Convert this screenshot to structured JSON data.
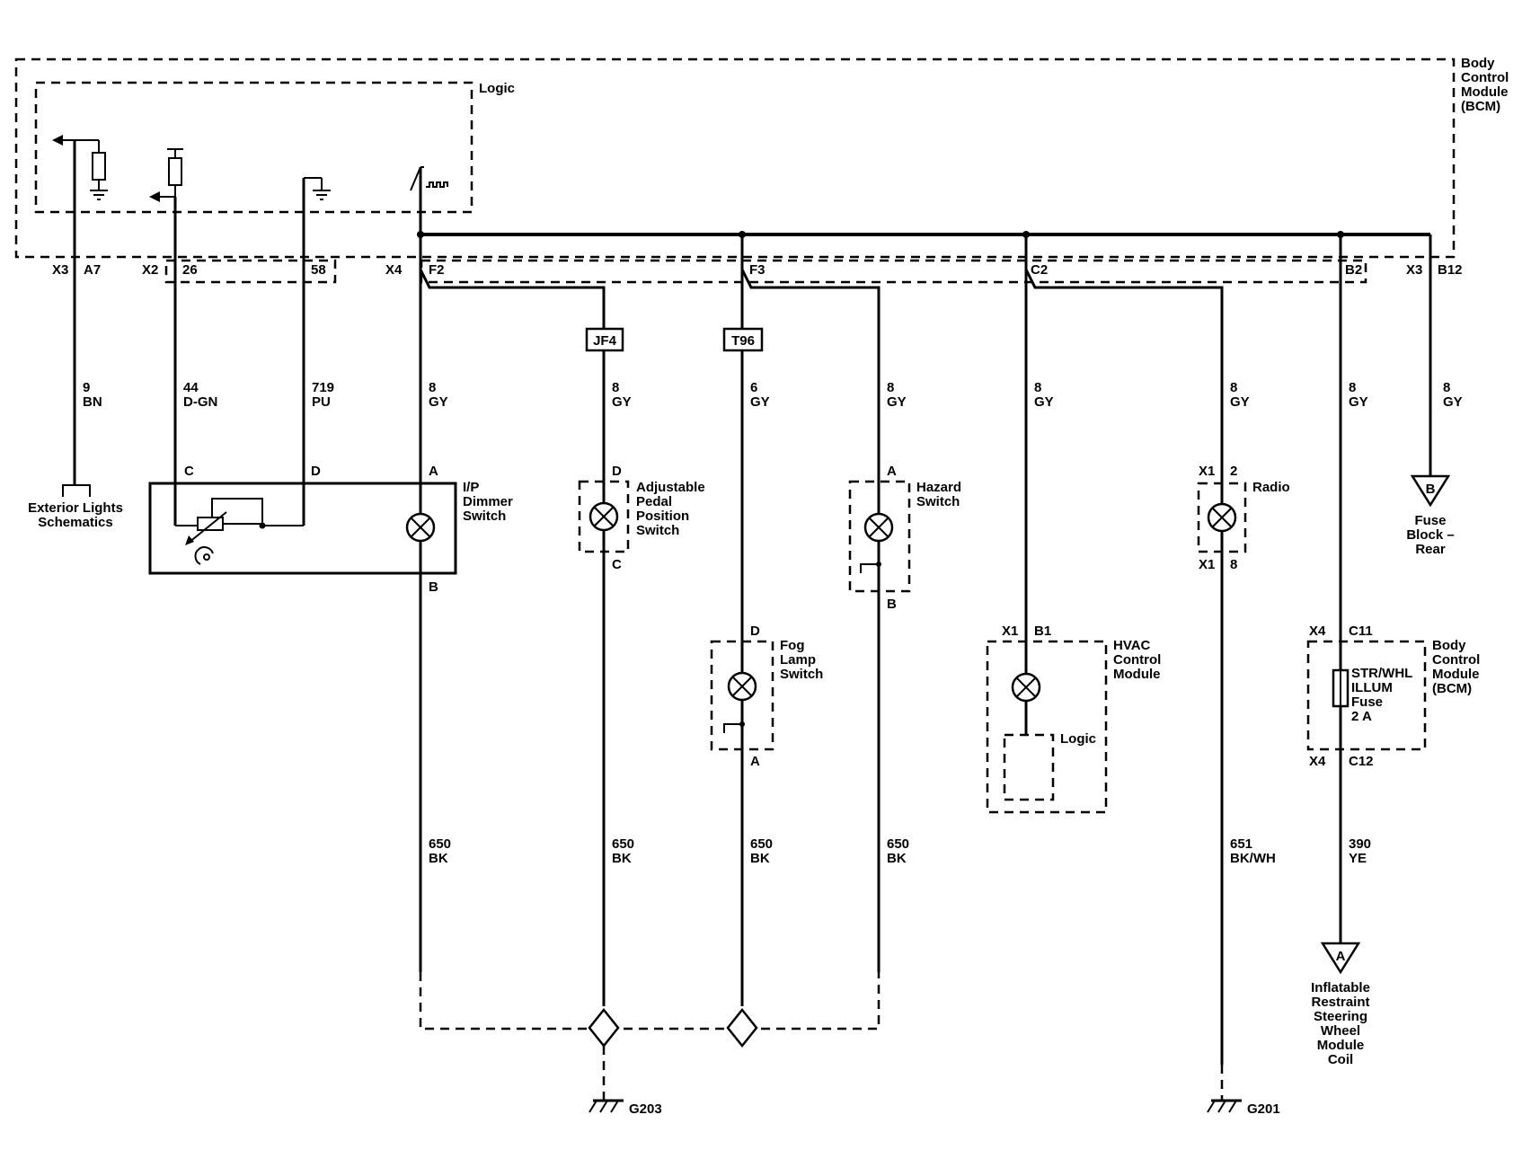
{
  "bcm": {
    "label_lines": [
      "Body",
      "Control",
      "Module",
      "(BCM)"
    ],
    "logic_label": "Logic"
  },
  "connectors": {
    "x3_a7": [
      "X3",
      "A7"
    ],
    "x2_26": [
      "X2",
      "26"
    ],
    "x2_58": "58",
    "x4_f2": [
      "X4",
      "F2"
    ],
    "f3": "F3",
    "c2": "C2",
    "b2": "B2",
    "x3_b12": [
      "X3",
      "B12"
    ]
  },
  "wires": {
    "w9": [
      "9",
      "BN"
    ],
    "w44": [
      "44",
      "D-GN"
    ],
    "w719": [
      "719",
      "PU"
    ],
    "w8a": [
      "8",
      "GY"
    ],
    "w8b": [
      "8",
      "GY"
    ],
    "w6": [
      "6",
      "GY"
    ],
    "w8c": [
      "8",
      "GY"
    ],
    "w8d": [
      "8",
      "GY"
    ],
    "w8e": [
      "8",
      "GY"
    ],
    "w8f": [
      "8",
      "GY"
    ],
    "w8g": [
      "8",
      "GY"
    ],
    "w650a": [
      "650",
      "BK"
    ],
    "w650b": [
      "650",
      "BK"
    ],
    "w650c": [
      "650",
      "BK"
    ],
    "w650d": [
      "650",
      "BK"
    ],
    "w651": [
      "651",
      "BK/WH"
    ],
    "w390": [
      "390",
      "YE"
    ]
  },
  "splices": {
    "jf4": "JF4",
    "t96": "T96"
  },
  "components": {
    "exterior": [
      "Exterior Lights",
      "Schematics"
    ],
    "dimmer": {
      "label": [
        "I/P",
        "Dimmer",
        "Switch"
      ],
      "pins": [
        "C",
        "D",
        "A",
        "B"
      ]
    },
    "pedal": {
      "label": [
        "Adjustable",
        "Pedal",
        "Position",
        "Switch"
      ],
      "pins": [
        "D",
        "C"
      ]
    },
    "fog": {
      "label": [
        "Fog",
        "Lamp",
        "Switch"
      ],
      "pins": [
        "D",
        "A"
      ]
    },
    "hazard": {
      "label": [
        "Hazard",
        "Switch"
      ],
      "pins": [
        "A",
        "B"
      ]
    },
    "hvac": {
      "label": [
        "HVAC",
        "Control",
        "Module"
      ],
      "logic": "Logic",
      "pins": [
        "X1",
        "B1"
      ]
    },
    "radio": {
      "label": "Radio",
      "pins": [
        "X1",
        "2",
        "X1",
        "8"
      ]
    },
    "bcm2": {
      "label": [
        "Body",
        "Control",
        "Module",
        "(BCM)"
      ],
      "fuse": [
        "STR/WHL",
        "ILLUM",
        "Fuse",
        "2 A"
      ],
      "pins": [
        "X4",
        "C11",
        "X4",
        "C12"
      ]
    },
    "fuse_block": {
      "letter": "B",
      "label": [
        "Fuse",
        "Block –",
        "Rear"
      ]
    },
    "inflatable": {
      "letter": "A",
      "label": [
        "Inflatable",
        "Restraint",
        "Steering",
        "Wheel",
        "Module",
        "Coil"
      ]
    }
  },
  "grounds": {
    "g203": "G203",
    "g201": "G201"
  }
}
